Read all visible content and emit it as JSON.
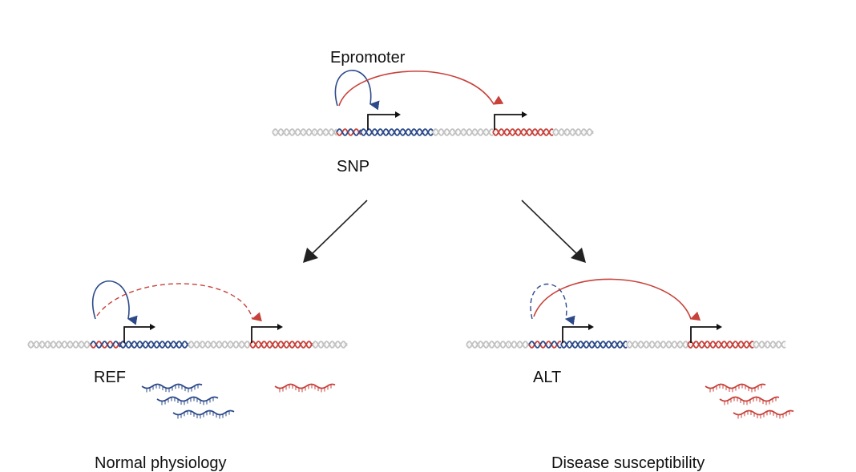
{
  "labels": {
    "epromoter": "Epromoter",
    "snp": "SNP",
    "ref": "REF",
    "alt": "ALT",
    "normal_physiology": "Normal physiology",
    "disease_susceptibility": "Disease susceptibility"
  },
  "colors": {
    "blue": "#2c4a8a",
    "red": "#c8413a",
    "gray_dna": "#c2c2c2",
    "arrow": "#222222"
  }
}
